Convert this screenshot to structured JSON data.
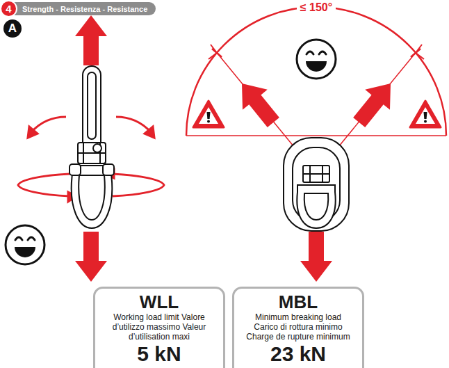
{
  "diagram": {
    "title": "Strength - Resistenza - Resistance",
    "nodes": [
      {
        "text": [
          "4"
        ]
      },
      {
        "text": [
          "A"
        ]
      },
      {
        "text": [
          "WLL",
          "Working load limit Valore d’utilizzo massimo Valeur d’utilisation maxi",
          "5 kN"
        ]
      },
      {
        "text": [
          "MBL",
          "Minimum breaking load Carico di rottura minimo Charge de rupture minimum",
          "23 kN"
        ]
      }
    ],
    "labels": [
      "≤ 150°"
    ]
  }
}
